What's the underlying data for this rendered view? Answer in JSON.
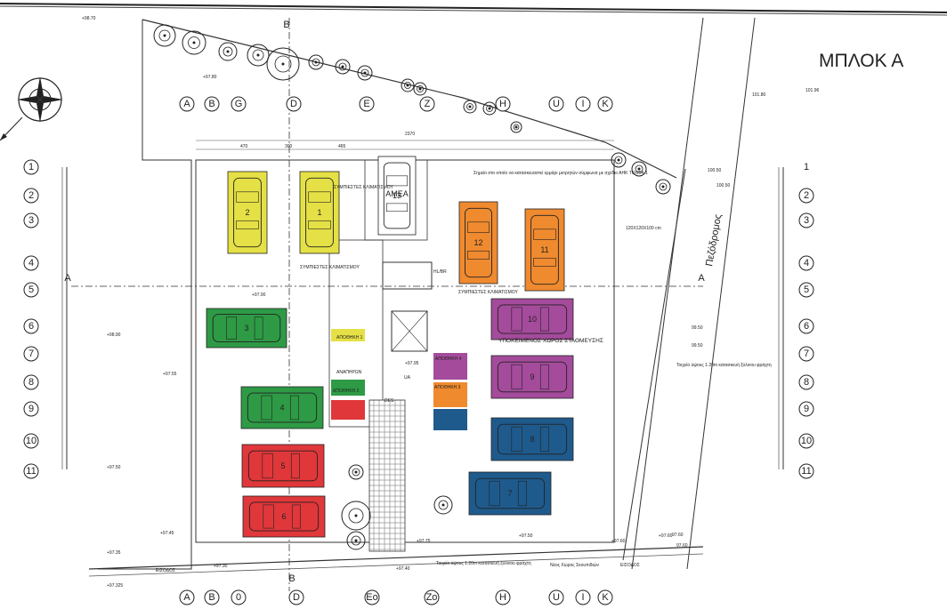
{
  "drawing": {
    "title": "ΜΠΛΟΚ Α",
    "street_label": "Πεζόδρομος",
    "underground_parking_label": "ΥΠΟΚΕΙΜΕΝΟΣ ΧΩΡΟΣ ΣΤΑΘΜΕΥΣΗΣ",
    "entrance_label": "ΕΙΣΟΔΟΣ",
    "ac_label": "ΣΥΜΠΙΕΣΤΕΣ ΚΛΙΜΑΤΙΣΜΟΥ",
    "accessibility_note": "Σημείο στο οποίο να κατασκευαστεί ερμάρι μετρητών σύμφωνα με σχέδιο ΑΗΚ ΤΟ/254-1",
    "section_marker": "A",
    "section_marker_b": "B",
    "col_dims": [
      "470",
      "300",
      "465",
      "2370"
    ],
    "levels": [
      "+98.70",
      "+97.80",
      "+97.90",
      "+98.90",
      "+97.55",
      "+97.50",
      "+97.45",
      "+97.35",
      "+97.325",
      "+97.30",
      "+97.40",
      "+97.75",
      "+97.50",
      "+97.60",
      "+97.95",
      "+97.60",
      "100.50",
      "100.50",
      "99.50",
      "99.50",
      "97.60",
      "97.60",
      "101.80",
      "101.96"
    ],
    "hidden_spot_label": "120X120X100 cm",
    "fence_note": "Τοιχείο ύψους 1.20m κατασκευή ξύλινου φράχτη",
    "fence_note_b": "Τοιχείο ύψους 1.20m κατασκευή ξύλινου φράχτη",
    "gate_note": "Νέος Χώρος Σκουπιδιών",
    "misc_codes": [
      "HL/BR",
      "UA",
      "DES",
      "ΑΝΑΠΗΡΩΝ",
      "ΑΠΟΘΗΚΗ 1",
      "ΑΠΟΘΗΚΗ 2",
      "ΑΠΟΘΗΚΗ 3",
      "ΑΠΟΘΗΚΗ 4"
    ]
  },
  "grid_columns_top": [
    "A",
    "B",
    "G",
    "D",
    "E",
    "Z",
    "H",
    "U",
    "I",
    "K"
  ],
  "grid_columns_bottom": [
    "A",
    "B",
    "0",
    "D",
    "Eo",
    "Zo",
    "H",
    "U",
    "I",
    "K"
  ],
  "grid_rows_left": [
    "1",
    "2",
    "3",
    "4",
    "5",
    "6",
    "7",
    "8",
    "9",
    "10",
    "11"
  ],
  "grid_rows_right": [
    "1",
    "2",
    "3",
    "4",
    "5",
    "6",
    "7",
    "8",
    "9",
    "10",
    "11"
  ],
  "parking_spaces": [
    {
      "num": "1",
      "color": "#e5e045"
    },
    {
      "num": "2",
      "color": "#e5e045"
    },
    {
      "num": "3",
      "color": "#2e9a45"
    },
    {
      "num": "4",
      "color": "#2e9a45"
    },
    {
      "num": "5",
      "color": "#e0373a"
    },
    {
      "num": "6",
      "color": "#e0373a"
    },
    {
      "num": "7",
      "color": "#1f5a8c"
    },
    {
      "num": "8",
      "color": "#1f5a8c"
    },
    {
      "num": "9",
      "color": "#a44b9b"
    },
    {
      "num": "10",
      "color": "#a44b9b"
    },
    {
      "num": "11",
      "color": "#ef8a2f"
    },
    {
      "num": "12",
      "color": "#ef8a2f"
    },
    {
      "num": "13",
      "color": "#ffffff"
    }
  ],
  "ramea_label": "ΑΜΕΑ",
  "storage_colors": {
    "orange": "#ef8a2f",
    "purple": "#a44b9b",
    "blue": "#1f5a8c",
    "green": "#2e9a45",
    "red": "#e0373a"
  }
}
